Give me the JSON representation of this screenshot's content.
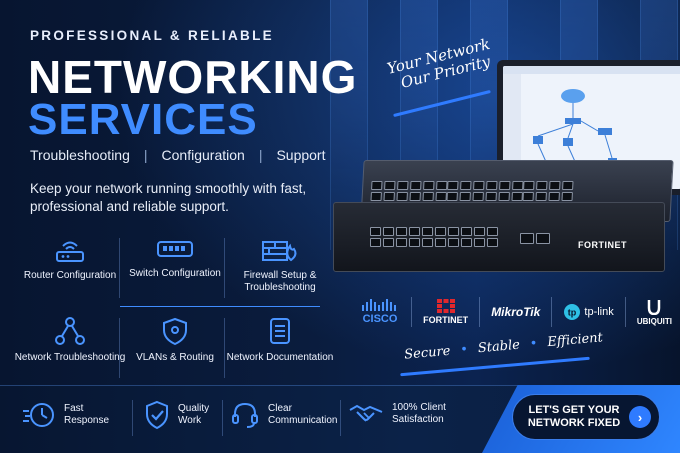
{
  "header": {
    "eyebrow": "PROFESSIONAL & RELIABLE",
    "title_line1": "NETWORKING",
    "title_line2": "SERVICES"
  },
  "subnav": {
    "items": [
      "Troubleshooting",
      "Configuration",
      "Support"
    ],
    "separator": "|"
  },
  "lead": "Keep your network running smoothly with fast, professional and reliable support.",
  "tagline": {
    "line1": "Your Network",
    "line2": "Our Priority"
  },
  "services": [
    {
      "label": "Router Configuration",
      "icon": "router-icon"
    },
    {
      "label": "Switch Configuration",
      "icon": "switch-icon"
    },
    {
      "label": "Firewall Setup & Troubleshooting",
      "icon": "firewall-icon"
    },
    {
      "label": "Network Troubleshooting",
      "icon": "network-nodes-icon"
    },
    {
      "label": "VLANs & Routing",
      "icon": "shield-icon"
    },
    {
      "label": "Network Documentation",
      "icon": "document-icon"
    }
  ],
  "device": {
    "brand_label": "FORTINET"
  },
  "brands": [
    {
      "name": "CISCO",
      "icon": "cisco-logo"
    },
    {
      "name": "FORTINET",
      "icon": "fortinet-logo"
    },
    {
      "name": "MikroTik",
      "icon": "mikrotik-logo"
    },
    {
      "name": "tp-link",
      "icon": "tplink-logo"
    },
    {
      "name": "UBIQUITI",
      "icon": "ubiquiti-logo"
    }
  ],
  "values": [
    "Secure",
    "Stable",
    "Efficient"
  ],
  "features": [
    {
      "label": "Fast Response",
      "icon": "stopwatch-icon"
    },
    {
      "label": "Quality Work",
      "icon": "check-shield-icon"
    },
    {
      "label": "Clear Communication",
      "icon": "headset-icon"
    },
    {
      "label": "100% Client Satisfaction",
      "icon": "handshake-icon"
    }
  ],
  "cta": {
    "label": "LET'S GET YOUR NETWORK FIXED",
    "arrow": "›"
  },
  "colors": {
    "accent": "#3f8cff",
    "background": "#06122a",
    "brand_red": "#e0282d"
  }
}
